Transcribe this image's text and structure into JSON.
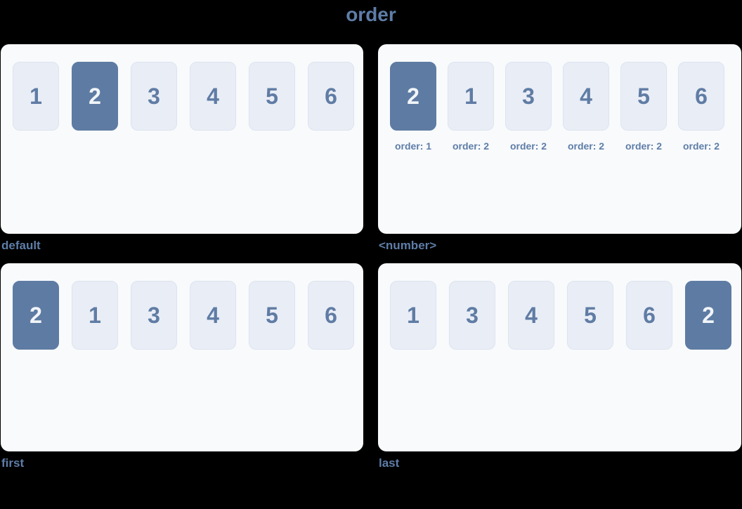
{
  "title": "order",
  "colors": {
    "background": "#000000",
    "accent_text": "#5e7da7",
    "panel_bg": "#f8fafc",
    "item_bg": "#e9edf6",
    "item_border": "#dde4ef",
    "item_text": "#5f7ca4",
    "highlight_bg": "#5e7ba3",
    "highlight_text": "#f1f5f9"
  },
  "panels": [
    {
      "label": "default",
      "items": [
        {
          "value": "1",
          "highlighted": false
        },
        {
          "value": "2",
          "highlighted": true
        },
        {
          "value": "3",
          "highlighted": false
        },
        {
          "value": "4",
          "highlighted": false
        },
        {
          "value": "5",
          "highlighted": false
        },
        {
          "value": "6",
          "highlighted": false
        }
      ]
    },
    {
      "label": "<number>",
      "items": [
        {
          "value": "2",
          "highlighted": true,
          "order_label": "order: 1"
        },
        {
          "value": "1",
          "highlighted": false,
          "order_label": "order: 2"
        },
        {
          "value": "3",
          "highlighted": false,
          "order_label": "order: 2"
        },
        {
          "value": "4",
          "highlighted": false,
          "order_label": "order: 2"
        },
        {
          "value": "5",
          "highlighted": false,
          "order_label": "order: 2"
        },
        {
          "value": "6",
          "highlighted": false,
          "order_label": "order: 2"
        }
      ]
    },
    {
      "label": "first",
      "items": [
        {
          "value": "2",
          "highlighted": true
        },
        {
          "value": "1",
          "highlighted": false
        },
        {
          "value": "3",
          "highlighted": false
        },
        {
          "value": "4",
          "highlighted": false
        },
        {
          "value": "5",
          "highlighted": false
        },
        {
          "value": "6",
          "highlighted": false
        }
      ]
    },
    {
      "label": "last",
      "items": [
        {
          "value": "1",
          "highlighted": false
        },
        {
          "value": "3",
          "highlighted": false
        },
        {
          "value": "4",
          "highlighted": false
        },
        {
          "value": "5",
          "highlighted": false
        },
        {
          "value": "6",
          "highlighted": false
        },
        {
          "value": "2",
          "highlighted": true
        }
      ]
    }
  ]
}
